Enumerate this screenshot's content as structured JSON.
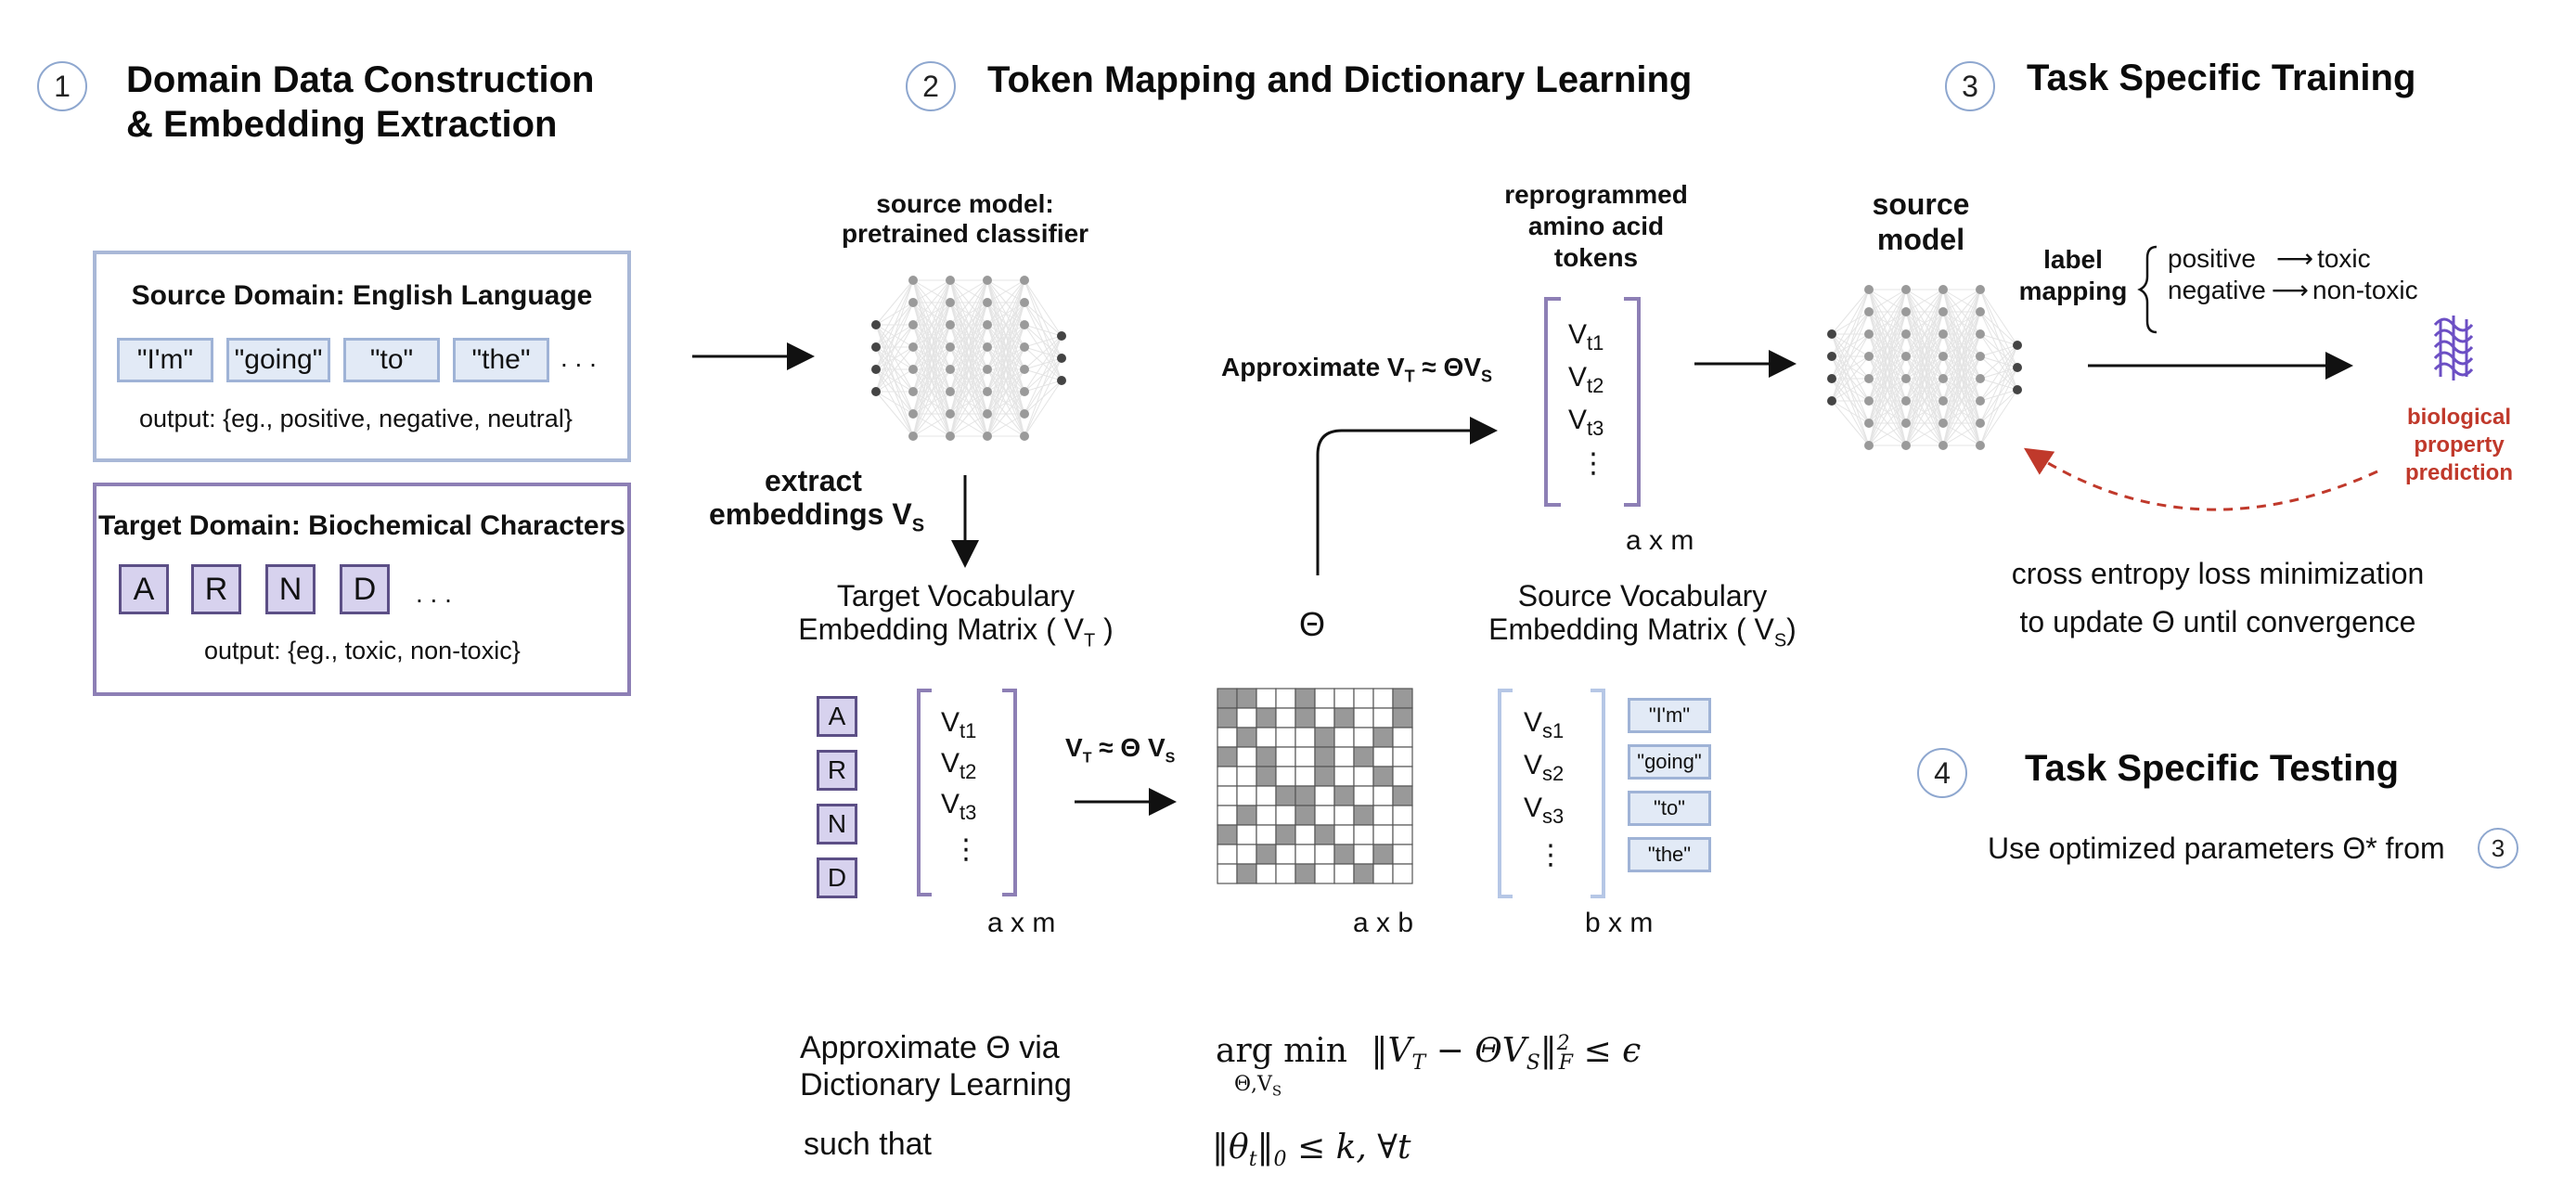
{
  "steps": [
    {
      "num": "1",
      "title_line1": "Domain Data Construction",
      "title_line2": "& Embedding Extraction"
    },
    {
      "num": "2",
      "title": "Token Mapping and Dictionary Learning"
    },
    {
      "num": "3",
      "title": "Task Specific Training"
    },
    {
      "num": "4",
      "title": "Task Specific Testing"
    }
  ],
  "source_domain": {
    "title": "Source Domain: English Language",
    "tokens": [
      "\"I'm\"",
      "\"going\"",
      "\"to\"",
      "\"the\""
    ],
    "ellipsis": ". . .",
    "output": "output: {eg., positive, negative,  neutral}"
  },
  "target_domain": {
    "title": "Target Domain: Biochemical Characters",
    "tokens": [
      "A",
      "R",
      "N",
      "D"
    ],
    "ellipsis": ". . .",
    "output": "output: {eg., toxic, non-toxic}"
  },
  "step2": {
    "source_model_label_1": "source model:",
    "source_model_label_2": "pretrained classifier",
    "extract_1": "extract",
    "extract_2": "embeddings V",
    "extract_sub": "S",
    "target_vocab_1": "Target Vocabulary",
    "target_vocab_2": "Embedding Matrix ( V",
    "target_vocab_sub": "T",
    "target_vocab_end": " )",
    "theta": "Θ",
    "source_vocab_1": "Source Vocabulary",
    "source_vocab_2": "Embedding  Matrix ( V",
    "source_vocab_sub": "S",
    "source_vocab_end": ")",
    "vt_rows": [
      "t1",
      "t2",
      "t3"
    ],
    "vs_rows": [
      "s1",
      "s2",
      "s3"
    ],
    "v_letter": "V",
    "vdots": "⋮",
    "dim_axm": "a x m",
    "dim_axb": "a x b",
    "dim_bxm": "b x m",
    "approx_mid_v1": "V",
    "approx_mid_sub1": "T",
    "approx_mid_rest": " ≈ Θ  V",
    "approx_mid_sub2": "S",
    "approx_top_1": "Approximate V",
    "approx_top_sub1": "T",
    "approx_top_2": " ≈ ΘV",
    "approx_top_sub2": "S",
    "reprog_1": "reprogrammed",
    "reprog_2": "amino acid",
    "reprog_3": "tokens",
    "small_src_tokens": [
      "\"I'm\"",
      "\"going\"",
      "\"to\"",
      "\"the\""
    ],
    "approx_via_1": "Approximate  Θ  via",
    "approx_via_2": "Dictionary Learning",
    "such_that": "such that",
    "eq1_argmin": "arg min",
    "eq1_under": "Θ,V",
    "eq1_under_sub": "S",
    "eq1_body": "‖V",
    "eq1_body_sub1": "T",
    "eq1_body_mid": " − ΘV",
    "eq1_body_sub2": "S",
    "eq1_body_end": "‖",
    "eq1_sup": "2",
    "eq1_subF": "F",
    "eq1_tail": " ≤ ϵ",
    "eq2_open": "‖θ",
    "eq2_sub": "t",
    "eq2_close": "‖",
    "eq2_sub0": "0",
    "eq2_tail": " ≤ k, ∀t"
  },
  "step3": {
    "source_model_1": "source",
    "source_model_2": "model",
    "label_mapping_1": "label",
    "label_mapping_2": "mapping",
    "mapping_rows": [
      {
        "from": "positive",
        "to": "toxic"
      },
      {
        "from": "negative",
        "to": "non-toxic"
      }
    ],
    "arrow_glyph": "⟶",
    "bio_1": "biological",
    "bio_2": "property",
    "bio_3": "prediction",
    "loss_1": "cross entropy loss minimization",
    "loss_2": "to update Θ until convergence"
  },
  "step4": {
    "text": "Use optimized parameters Θ* from",
    "ref_num": "3"
  },
  "colors": {
    "accent_blue": "#a9b8d7",
    "accent_purple": "#8d7fb5",
    "bio_red": "#c0392b",
    "protein": "#6c4fc4"
  }
}
